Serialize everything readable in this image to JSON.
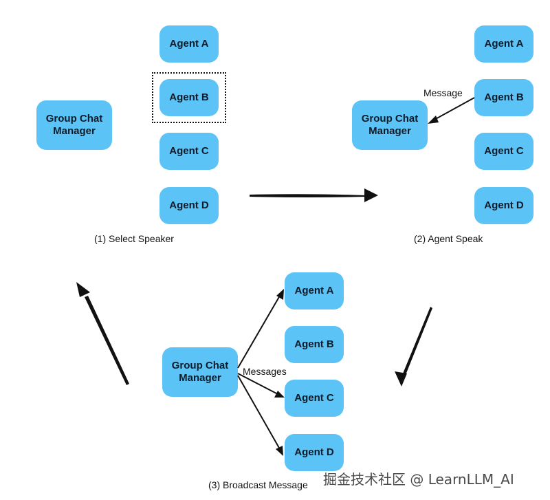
{
  "panel1": {
    "manager_label": "Group Chat\nManager",
    "agents": [
      "Agent A",
      "Agent B",
      "Agent C",
      "Agent D"
    ],
    "selected_agent": "Agent B",
    "caption": "(1) Select Speaker"
  },
  "panel2": {
    "manager_label": "Group Chat\nManager",
    "agents": [
      "Agent A",
      "Agent B",
      "Agent C",
      "Agent D"
    ],
    "edge_label": "Message",
    "caption": "(2) Agent Speak"
  },
  "panel3": {
    "manager_label": "Group Chat\nManager",
    "agents": [
      "Agent A",
      "Agent B",
      "Agent C",
      "Agent D"
    ],
    "edge_label": "Messages",
    "caption": "(3) Broadcast Message"
  },
  "watermark": "掘金技术社区 @ LearnLLM_AI",
  "colors": {
    "node_fill": "#5bc3f5",
    "text": "#0d1b2a",
    "arrow": "#111111"
  }
}
